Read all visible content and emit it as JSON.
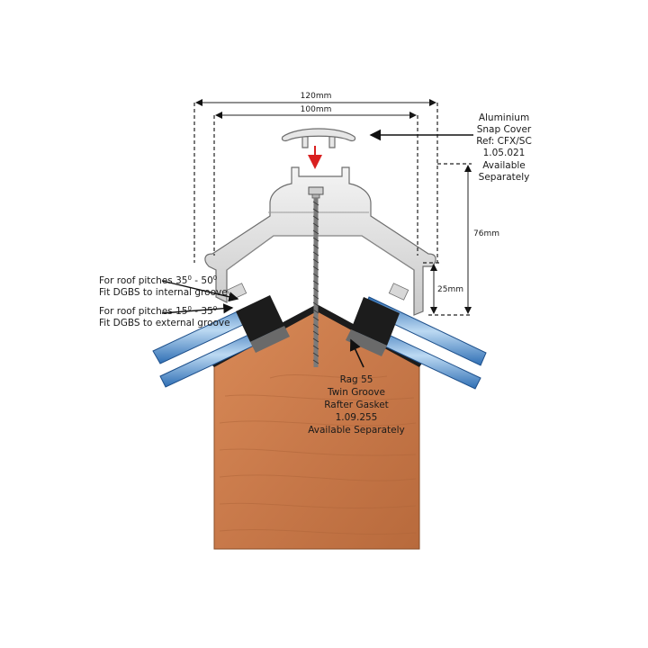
{
  "dimensions": {
    "outer_width": "120mm",
    "inner_width": "100mm",
    "height_total": "76mm",
    "height_lower": "25mm"
  },
  "snap_cover_note": {
    "lines": [
      "Aluminium",
      "Snap Cover",
      "Ref: CFX/SC",
      "1.05.021",
      "Available",
      "Separately"
    ]
  },
  "pitch_note_1": {
    "prefix": "For roof pitches 35",
    "sup1": "0",
    "mid": " - 50",
    "sup2": "0",
    "line2": "Fit DGBS to internal groove"
  },
  "pitch_note_2": {
    "prefix": "For roof pitches 15",
    "sup1": "0",
    "mid": " - 35",
    "sup2": "0",
    "line2": "Fit DGBS to external groove"
  },
  "gasket_note": {
    "lines": [
      "Rag 55",
      "Twin Groove",
      "Rafter Gasket",
      "1.09.255",
      "Available Separately"
    ]
  },
  "colors": {
    "timber": "#c8794a",
    "aluminium": "#e4e4e4",
    "glazing": "#6fa7d8",
    "gasket": "#1c1c1c",
    "arrow_red": "#d92020"
  }
}
